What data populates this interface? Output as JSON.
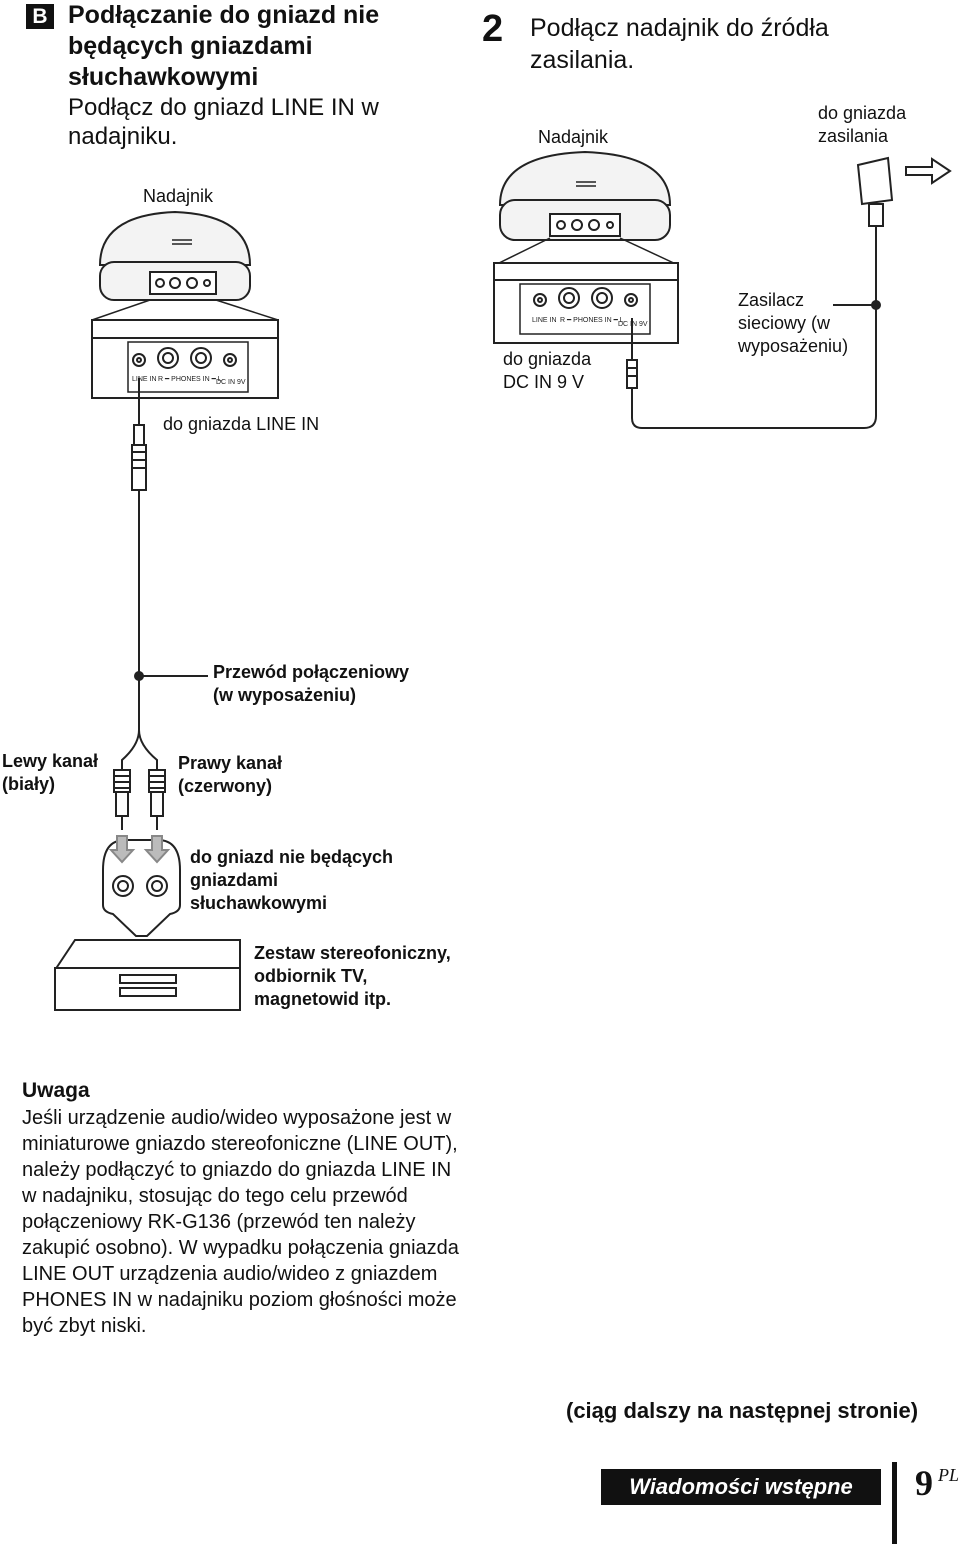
{
  "section_b": {
    "badge": "B",
    "title": "Podłączanie do gniazd nie będących gniazdami słuchawkowymi",
    "description": "Podłącz do gniazd LINE IN w nadajniku."
  },
  "step2": {
    "number": "2",
    "title": "Podłącz nadajnik do źródła zasilania."
  },
  "labels": {
    "transmitter_left": "Nadajnik",
    "transmitter_right": "Nadajnik",
    "to_power_outlet": "do gniazda zasilania",
    "ac_adaptor": "Zasilacz sieciowy (w wyposażeniu)",
    "to_dc_in": "do gniazda DC IN 9 V",
    "to_line_in": "do gniazda LINE IN",
    "connecting_cord": "Przewód połączeniowy (w wyposażeniu)",
    "left_channel": "Lewy kanał (biały)",
    "right_channel": "Prawy kanał (czerwony)",
    "to_non_headphone_jacks": "do gniazd nie będących gniazdami słuchawkowymi",
    "stereo_system": "Zestaw stereofoniczny, odbiornik TV, magnetowid itp."
  },
  "panel_labels": {
    "line_in": "LINE IN",
    "phones_in": "R ━ PHONES IN ━ L",
    "dc_in": "DC IN 9V"
  },
  "note": {
    "heading": "Uwaga",
    "body": "Jeśli urządzenie audio/wideo wyposażone jest w miniaturowe gniazdo stereofoniczne (LINE OUT), należy podłączyć to gniazdo do gniazda LINE IN w nadajniku, stosując do tego celu przewód połączeniowy RK-G136 (przewód ten należy zakupić osobno). W wypadku połączenia gniazda LINE OUT urządzenia audio/wideo z gniazdem PHONES IN w nadajniku poziom głośności może być zbyt niski."
  },
  "continued": "(ciąg dalszy na następnej stronie)",
  "footer": {
    "section": "Wiadomości wstępne",
    "page": "9",
    "lang": "PL"
  }
}
